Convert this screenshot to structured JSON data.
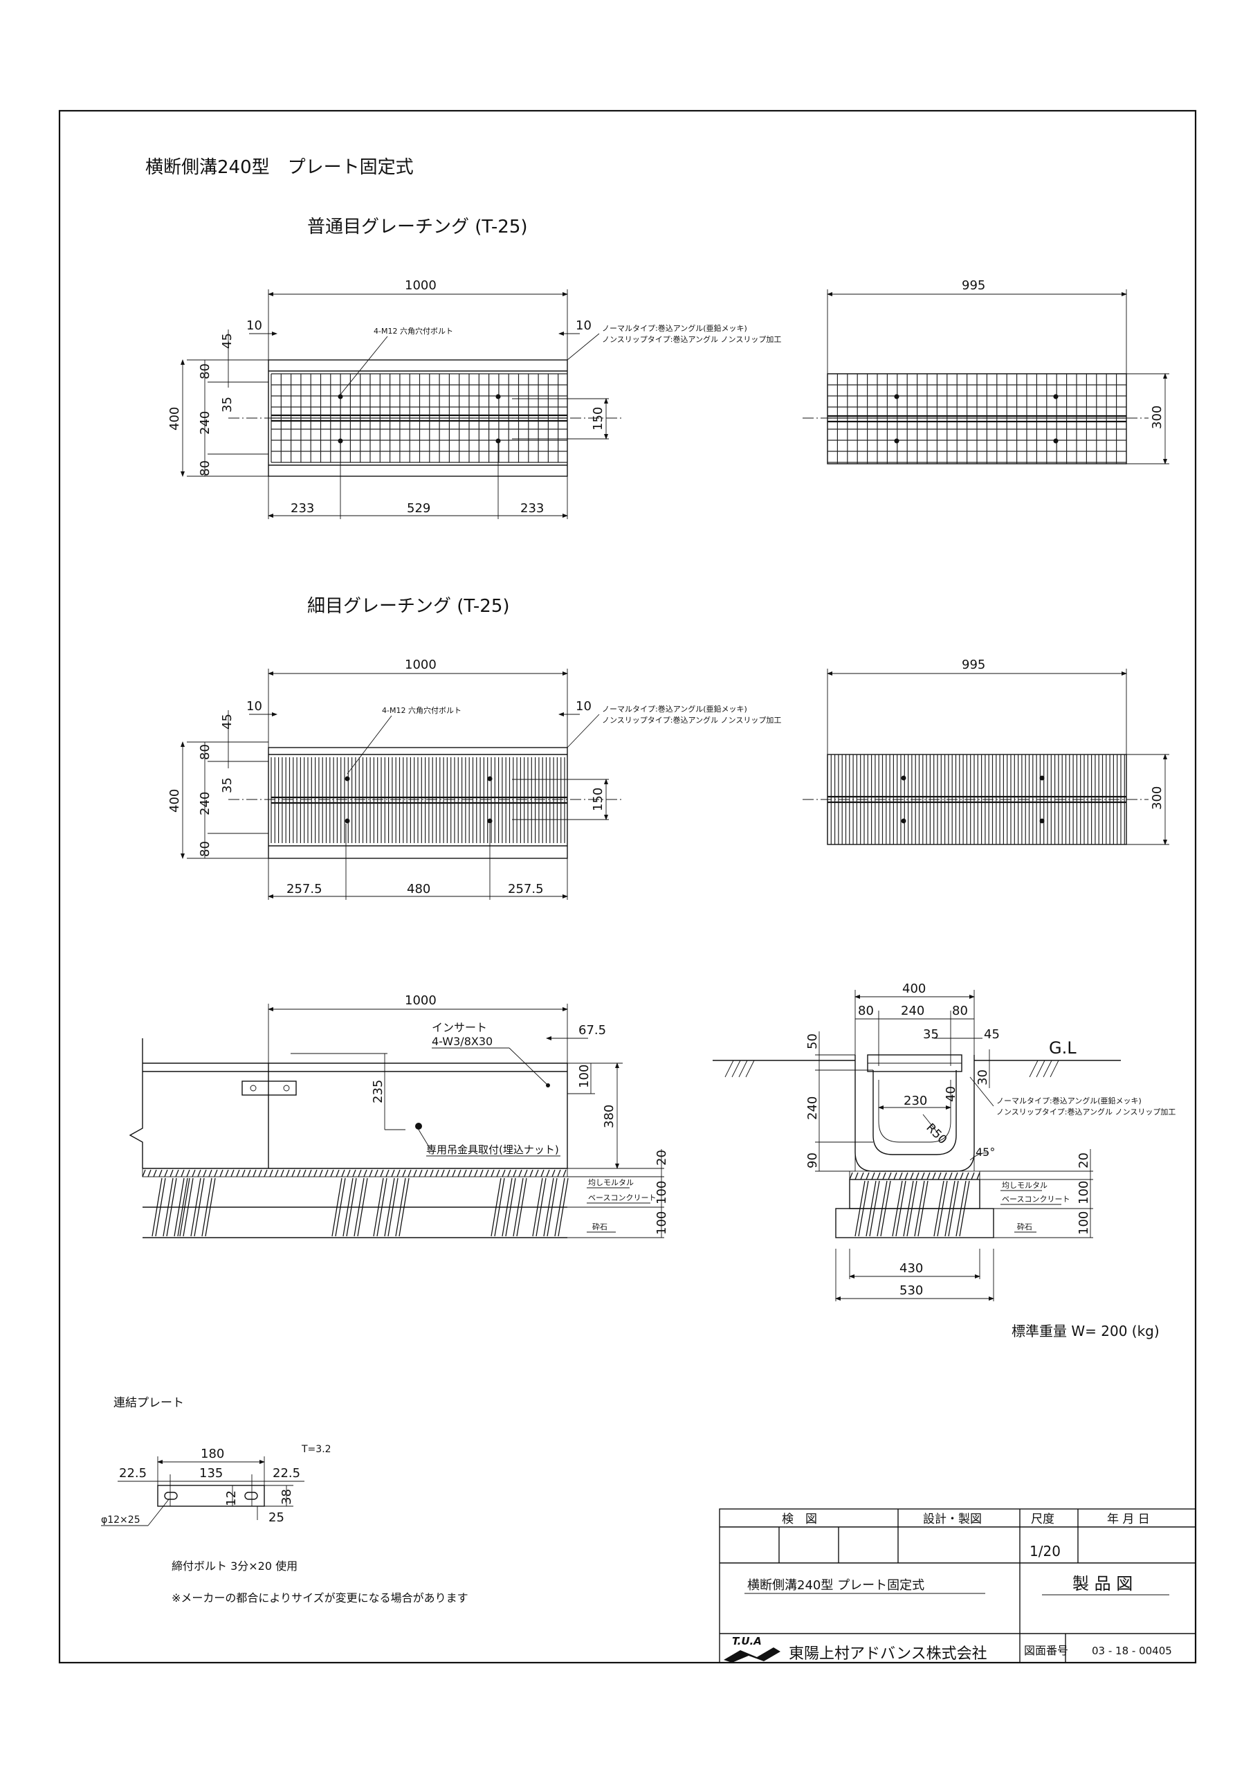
{
  "drawing": {
    "title": "横断側溝240型　プレート固定式",
    "normal_grating": {
      "heading": "普通目グレーチング (T-25)",
      "len_1000": "1000",
      "len_995": "995",
      "d10_left": "10",
      "d10_right": "10",
      "bolt": "4-M12 六角穴付ボルト",
      "note1": "ノーマルタイプ:巻込アングル(亜鉛メッキ)",
      "note2": "ノンスリップタイプ:巻込アングル ノンスリップ加工",
      "v45": "45",
      "v80a": "80",
      "v35": "35",
      "v240": "240",
      "v400": "400",
      "v80b": "80",
      "v150": "150",
      "v300": "300",
      "b233a": "233",
      "b529": "529",
      "b233b": "233"
    },
    "fine_grating": {
      "heading": "細目グレーチング (T-25)",
      "len_1000": "1000",
      "len_995": "995",
      "d10_left": "10",
      "d10_right": "10",
      "bolt": "4-M12 六角穴付ボルト",
      "note1": "ノーマルタイプ:巻込アングル(亜鉛メッキ)",
      "note2": "ノンスリップタイプ:巻込アングル ノンスリップ加工",
      "v45": "45",
      "v80a": "80",
      "v35": "35",
      "v240": "240",
      "v400": "400",
      "v80b": "80",
      "v150": "150",
      "v300": "300",
      "b257a": "257.5",
      "b480": "480",
      "b257b": "257.5"
    },
    "side_view": {
      "len_1000": "1000",
      "insert": "インサート",
      "insert_spec": "4-W3/8X30",
      "d675": "67.5",
      "d235": "235",
      "d100": "100",
      "d380": "380",
      "lift": "専用吊金具取付(埋込ナット)",
      "d20": "20",
      "d100b": "100",
      "d100c": "100",
      "mortar": "均しモルタル",
      "base": "ベースコンクリート",
      "gravel": "砕石"
    },
    "section": {
      "d400": "400",
      "d80a": "80",
      "d240": "240",
      "d80b": "80",
      "d35": "35",
      "d45": "45",
      "gl": "G.L",
      "d50": "50",
      "d240v": "240",
      "d90": "90",
      "d30": "30",
      "d230": "230",
      "d40": "40",
      "r50": "R50",
      "ang": "45°",
      "note1": "ノーマルタイプ:巻込アングル(亜鉛メッキ)",
      "note2": "ノンスリップタイプ:巻込アングル ノンスリップ加工",
      "mortar": "均しモルタル",
      "base": "ベースコンクリート",
      "gravel": "砕石",
      "d20": "20",
      "d100a": "100",
      "d100b": "100",
      "d430": "430",
      "d530": "530"
    },
    "weight": "標準重量 W= 200 (kg)",
    "plate": {
      "heading": "連結プレート",
      "t": "T=3.2",
      "d180": "180",
      "d225a": "22.5",
      "d135": "135",
      "d225b": "22.5",
      "d12": "12",
      "d38": "38",
      "d25": "25",
      "hole": "φ12×25",
      "bolt_use": "締付ボルト 3分×20 使用",
      "remark": "※メーカーの都合によりサイズが変更になる場合があります"
    },
    "title_block": {
      "check": "検　図",
      "design": "設計・製図",
      "scale_label": "尺度",
      "date_label": "年 月 日",
      "scale": "1/20",
      "name": "横断側溝240型 プレート固定式",
      "kind": "製 品 図",
      "logo": "T.U.A",
      "company": "東陽上村アドバンス株式会社",
      "dwg_label": "図面番号",
      "dwg_no": "03 - 18 - 00405"
    }
  }
}
